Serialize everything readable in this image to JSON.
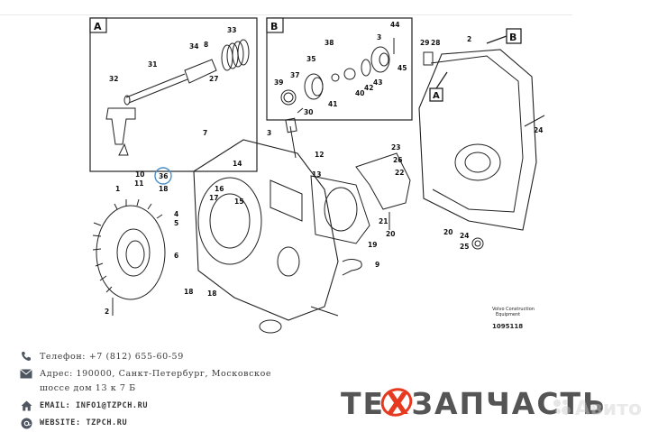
{
  "diagram": {
    "inset_a_label": "A",
    "inset_b_label": "B",
    "callout_a": "A",
    "callout_b": "B",
    "parts_a": [
      "33",
      "34",
      "8",
      "31",
      "32",
      "27"
    ],
    "parts_b": [
      "44",
      "38",
      "3",
      "35",
      "37",
      "39",
      "41",
      "40",
      "42",
      "43",
      "45",
      "30"
    ],
    "parts_main": [
      "29",
      "28",
      "2",
      "3",
      "7",
      "36",
      "18",
      "10",
      "11",
      "1",
      "4",
      "5",
      "6",
      "12",
      "13",
      "14",
      "15",
      "16",
      "17",
      "18",
      "18",
      "2",
      "24",
      "26",
      "23",
      "22",
      "19",
      "20",
      "21",
      "9",
      "20",
      "25",
      "24"
    ],
    "stamp_line1": "Volvo Construction",
    "stamp_line2": "Equipment",
    "stamp_id": "1095118"
  },
  "contacts": {
    "phone": "Телефон: +7 (812) 655-60-59",
    "address_line1": "Адрес: 190000, Санкт-Петербург, Московское",
    "address_line2": "шоссе дом 13 к 7 Б",
    "email": "EMAIL: INFO1@TZPCH.RU",
    "website": "WEBSITE: TZPCH.RU"
  },
  "brand": {
    "part1": "ТЕ",
    "part2": "Х",
    "part3": "ЗАПЧАСТЬ",
    "color_accent": "#e53a1f",
    "color_main": "#555555"
  },
  "watermark": {
    "text": "Авито"
  },
  "icons": [
    "phone-icon",
    "envelope-icon",
    "home-icon",
    "at-icon",
    "globe-icon",
    "avito-logo"
  ]
}
